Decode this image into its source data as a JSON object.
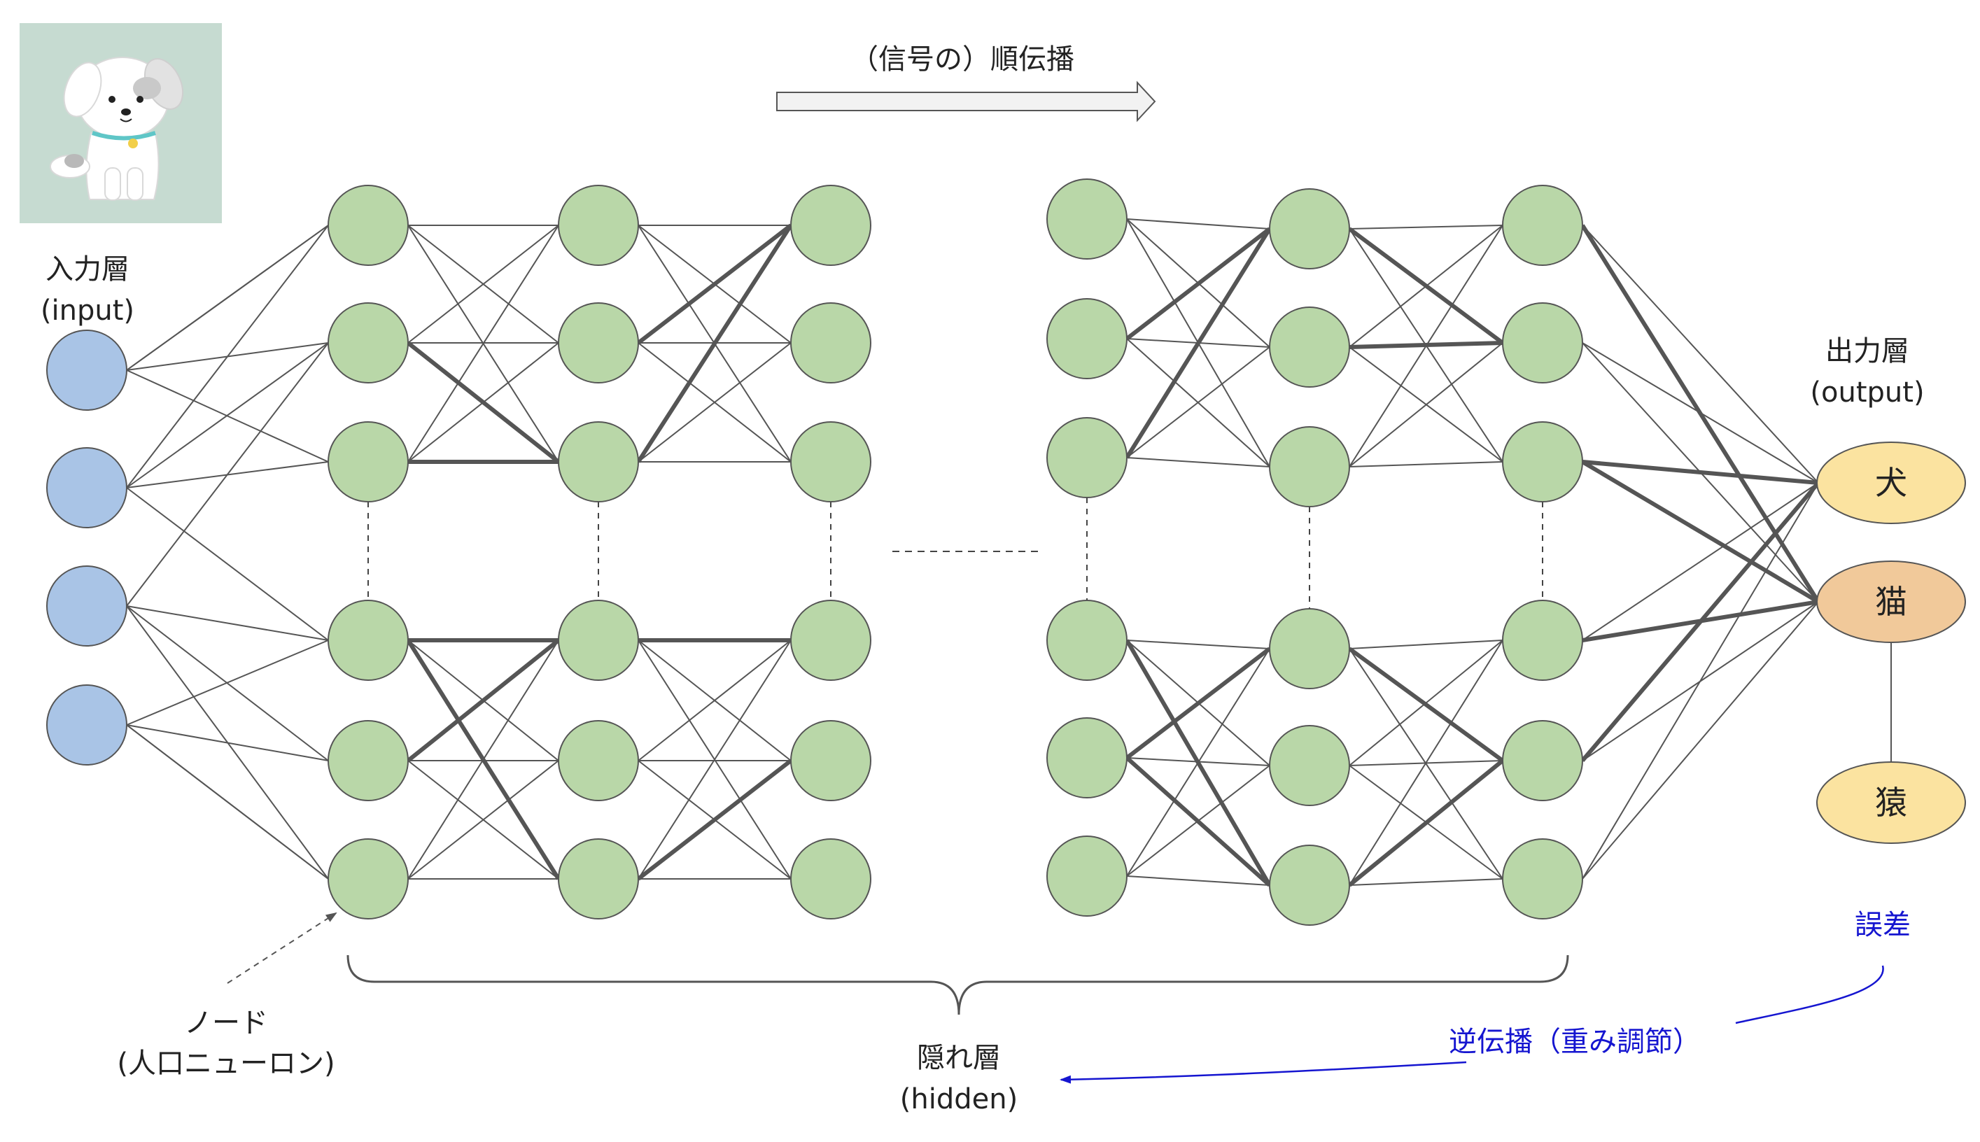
{
  "labels": {
    "forward": "（信号の）順伝播",
    "input_layer": "入力層",
    "input_en": "(input)",
    "output_layer": "出力層",
    "output_en": "(output)",
    "node": "ノード",
    "node_sub": "(人口ニューロン)",
    "hidden_layer": "隠れ層",
    "hidden_en": "(hidden)",
    "error": "誤差",
    "backprop": "逆伝播（重み調節）"
  },
  "outputs": [
    {
      "label": "犬",
      "color": "#fbe3a0"
    },
    {
      "label": "猫",
      "color": "#f1c99a"
    },
    {
      "label": "猿",
      "color": "#fbe3a0"
    }
  ],
  "colors": {
    "input_node": "#a9c4e6",
    "hidden_node": "#b9d7a8",
    "node_stroke": "#555555",
    "edge": "#555555",
    "backprop": "#1515d0",
    "dog_bg": "#c6dbd1"
  },
  "icons": {
    "image": "dog-illustration"
  }
}
